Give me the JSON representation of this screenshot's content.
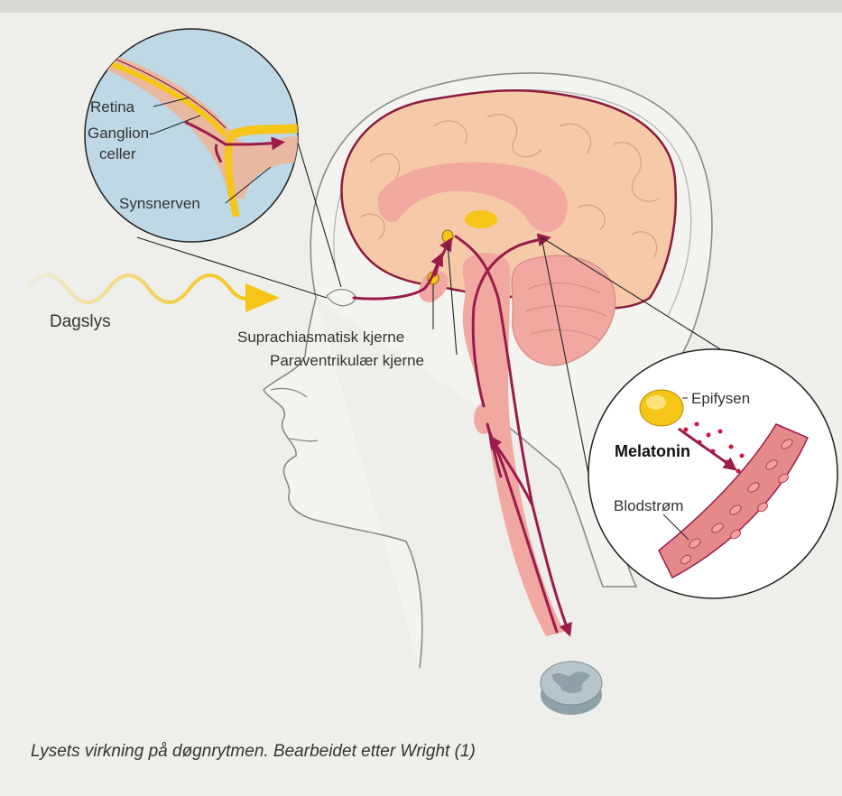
{
  "labels": {
    "retina": "Retina",
    "ganglion_1": "Ganglion-",
    "ganglion_2": "celler",
    "optic_nerve": "Synsnerven",
    "daylight": "Dagslys",
    "scn": "Suprachiasmatisk kjerne",
    "pvn": "Paraventrikulær kjerne",
    "pineal": "Epifysen",
    "melatonin": "Melatonin",
    "bloodstream": "Blodstrøm"
  },
  "caption": "Lysets virkning på døgnrytmen. Bearbeidet etter Wright (1)",
  "colors": {
    "background": "#eeeeea",
    "pathway": "#9b1b4a",
    "brain": "#f6c9a8",
    "limbic": "#f0a8a0",
    "light": "#f5c518",
    "spinal": "#b7c4c9"
  }
}
